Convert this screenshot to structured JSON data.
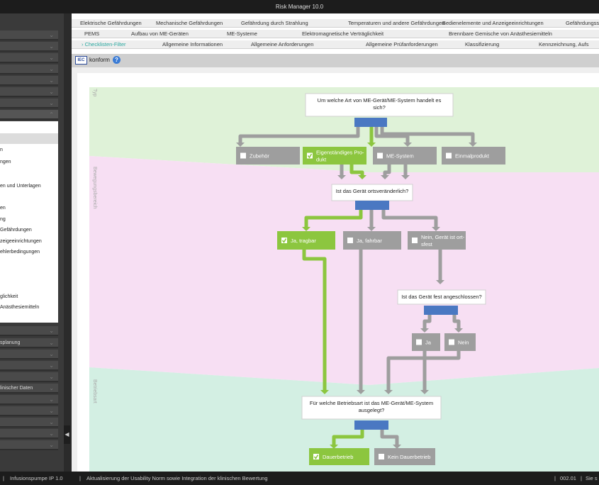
{
  "app": {
    "title": "Risk Manager  10.0"
  },
  "sidebar": {
    "top_rows": [
      "",
      "",
      "",
      "",
      "",
      "",
      ""
    ],
    "list_items": [
      "n",
      "ngen",
      "en und Unterlagen",
      "en",
      "ng",
      " Gefährdungen",
      "zeigeeinrichtungen",
      "ehlerbedingungen",
      "glichkeit",
      " Anästhesiemitteln"
    ],
    "bottom_rows": [
      "",
      "splanung",
      "",
      "",
      "",
      "linischer Daten",
      "",
      "",
      "",
      "",
      ""
    ],
    "collapse_icon": "chevron-left-icon"
  },
  "tabs": {
    "row1": [
      "Elektrische Gefährdungen",
      "Mechanische Gefährdungen",
      "Gefährdung durch Strahlung",
      "Temperaturen und andere Gefährdungen",
      "Bedienelemente und Anzeigeeinrichtungen",
      "Gefährdungss"
    ],
    "row2": [
      "PEMS",
      "Aufbau von ME-Geräten",
      "ME-Systeme",
      "Elektromagnetische Verträglichkeit",
      "Brennbare Gemische von Anästhesiemitteln"
    ],
    "row3": [
      "Checklisten-Filter",
      "Allgemeine Informationen",
      "Allgemeine Anforderungen",
      "Allgemeine Prüfanforderungen",
      "Klassifizierung",
      "Kennzeichnung, Aufs"
    ],
    "active": "Checklisten-Filter"
  },
  "header": {
    "logo_text": "IEC",
    "status": "konform",
    "help_icon": "?"
  },
  "flow": {
    "bands": [
      "Typ",
      "Bewegungsbereich",
      "Betriebsart"
    ],
    "q1": [
      "Um welche Art von ME-Gerät/ME-System handelt es",
      "sich?"
    ],
    "q1_options": [
      {
        "label": [
          "Zubehör"
        ],
        "checked": false
      },
      {
        "label": [
          "Eigenständiges Pro-",
          "dukt"
        ],
        "checked": true
      },
      {
        "label": [
          "ME-System"
        ],
        "checked": false
      },
      {
        "label": [
          "Einmalprodukt"
        ],
        "checked": false
      }
    ],
    "q2": [
      "Ist das Gerät ortsveränderlich?"
    ],
    "q2_options": [
      {
        "label": [
          "Ja, tragbar"
        ],
        "checked": true
      },
      {
        "label": [
          "Ja, fahrbar"
        ],
        "checked": false
      },
      {
        "label": [
          "Nein, Gerät ist ort-",
          "sfest"
        ],
        "checked": false
      }
    ],
    "q3": [
      "Ist das Gerät fest angeschlossen?"
    ],
    "q3_options": [
      {
        "label": [
          "Ja"
        ],
        "checked": false
      },
      {
        "label": [
          "Nein"
        ],
        "checked": false
      }
    ],
    "q4": [
      "Für welche Betriebsart ist das ME-Gerät/ME-System",
      "ausgelegt?"
    ],
    "q4_options": [
      {
        "label": [
          "Dauerbetrieb"
        ],
        "checked": true
      },
      {
        "label": [
          "Kein Dauerbetrieb"
        ],
        "checked": false
      }
    ],
    "colors": {
      "green": "#8cc63f",
      "gray": "#9e9e9e",
      "blue": "#4a78c2",
      "band_green": "#dff2d8",
      "band_pink": "#f7dff3",
      "band_teal": "#d3efe3"
    }
  },
  "status": {
    "project": "Infusionspumpe IP 1.0",
    "message": "Aktualisierung der Usability Norm sowie Integration der klinischen Bewertung",
    "version": "002.01",
    "extra": "Sie s"
  }
}
